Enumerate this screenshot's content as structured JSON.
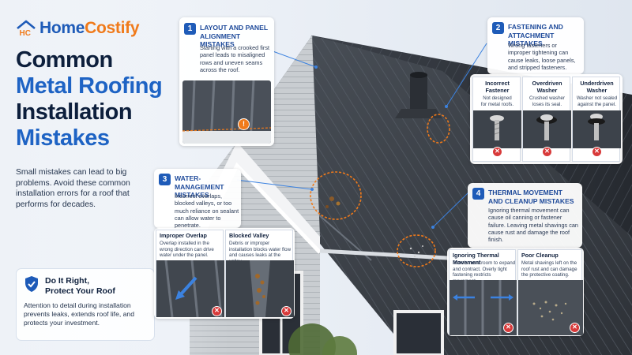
{
  "brand": {
    "name_part1": "Home",
    "name_part2": "Costify",
    "logo_letters": "HC"
  },
  "headline": {
    "line1": "Common",
    "line2": "Metal Roofing",
    "line3": "Installation",
    "line4": "Mistakes"
  },
  "intro": "Small mistakes can lead to big problems. Avoid these common installation errors for a roof that performs for decades.",
  "do_it_right": {
    "title_line1": "Do It Right,",
    "title_line2": "Protect Your Roof",
    "body": "Attention to detail during installation prevents leaks, extends roof life, and protects your investment."
  },
  "mistakes": [
    {
      "number": "1",
      "title_line1": "LAYOUT AND PANEL",
      "title_line2": "ALIGNMENT MISTAKES",
      "body": "Starting with a crooked first panel leads to misaligned rows and uneven seams across the roof."
    },
    {
      "number": "2",
      "title_line1": "FASTENING AND",
      "title_line2": "ATTACHMENT MISTAKES",
      "body": "Wrong fasteners or improper tightening can cause leaks, loose panels, and stripped fasteners.",
      "examples": [
        {
          "title_line1": "Incorrect",
          "title_line2": "Fastener",
          "desc_line1": "Not designed",
          "desc_line2": "for metal roofs."
        },
        {
          "title_line1": "Overdriven",
          "title_line2": "Washer",
          "desc_line1": "Crushed washer",
          "desc_line2": "loses its seal."
        },
        {
          "title_line1": "Underdriven",
          "title_line2": "Washer",
          "desc_line1": "Washer not sealed",
          "desc_line2": "against the panel."
        }
      ]
    },
    {
      "number": "3",
      "title_line1": "WATER-MANAGEMENT",
      "title_line2": "MISTAKES",
      "body": "Incorrect overlaps, blocked valleys, or too much reliance on sealant can allow water to penetrate.",
      "examples": [
        {
          "title": "Improper Overlap",
          "desc": "Overlap installed in the wrong direction can drive water under the panel."
        },
        {
          "title": "Blocked Valley",
          "desc": "Debris or improper installation blocks water flow and causes leaks at the valley."
        }
      ]
    },
    {
      "number": "4",
      "title_line1": "THERMAL MOVEMENT",
      "title_line2": "AND CLEANUP MISTAKES",
      "body": "Ignoring thermal movement can cause oil canning or fastener failure. Leaving metal shavings can cause rust and damage the roof finish.",
      "examples": [
        {
          "title": "Ignoring Thermal Movement",
          "desc": "Panels need room to expand and contract. Overly tight fastening restricts movement."
        },
        {
          "title": "Poor Cleanup",
          "desc": "Metal shavings left on the roof rust and can damage the protective coating."
        }
      ]
    }
  ],
  "colors": {
    "brand_blue": "#1e5bb8",
    "brand_orange": "#f07a1a",
    "roof": "#3b4048",
    "error_red": "#d83a3a"
  }
}
